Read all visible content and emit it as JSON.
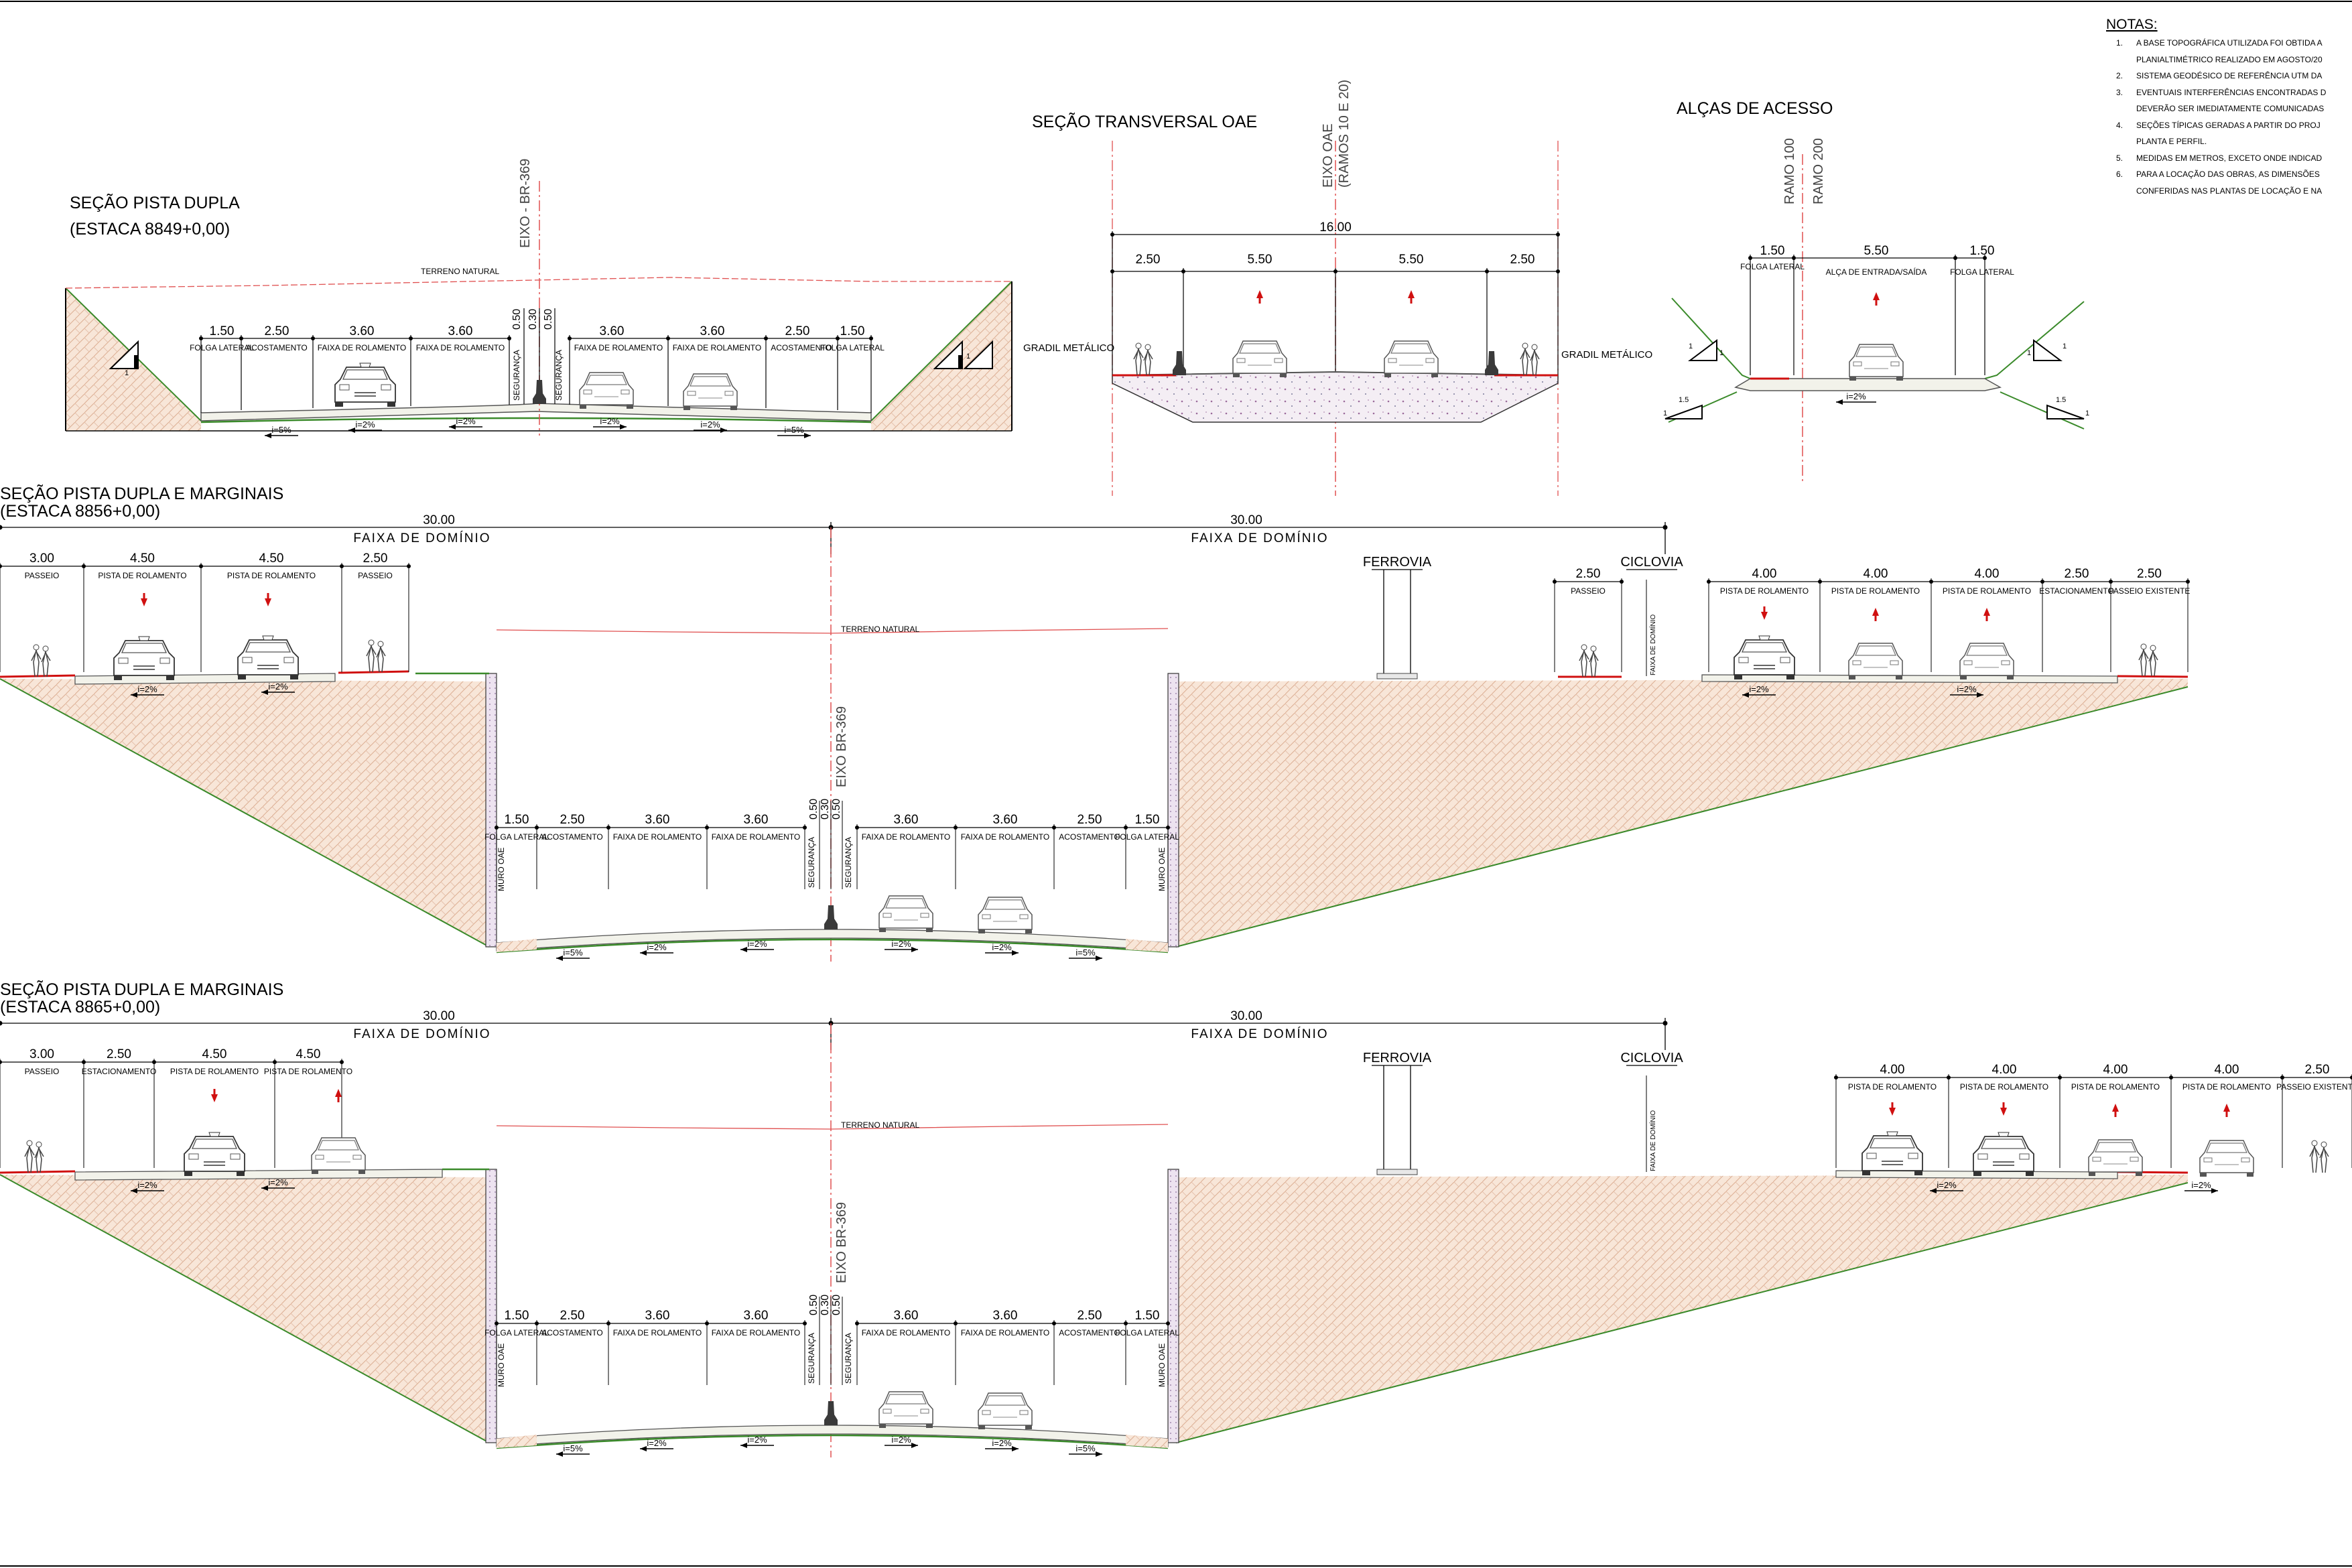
{
  "notes": {
    "heading": "NOTAS:",
    "items": [
      {
        "n": "1.",
        "text": "A BASE TOPOGRÁFICA UTILIZADA FOI OBTIDA A"
      },
      {
        "n": "",
        "text": "PLANIALTIMÉTRICO REALIZADO EM AGOSTO/20"
      },
      {
        "n": "2.",
        "text": "SISTEMA GEODÉSICO DE REFERÊNCIA UTM DA"
      },
      {
        "n": "3.",
        "text": "EVENTUAIS INTERFERÊNCIAS ENCONTRADAS D"
      },
      {
        "n": "",
        "text": "DEVERÃO SER IMEDIATAMENTE COMUNICADAS"
      },
      {
        "n": "4.",
        "text": "SEÇÕES TÍPICAS GERADAS A PARTIR DO PROJ"
      },
      {
        "n": "",
        "text": "PLANTA E PERFIL."
      },
      {
        "n": "5.",
        "text": "MEDIDAS EM METROS, EXCETO ONDE INDICAD"
      },
      {
        "n": "6.",
        "text": "PARA A LOCAÇÃO DAS OBRAS, AS DIMENSÕES"
      },
      {
        "n": "",
        "text": "CONFERIDAS NAS PLANTAS DE LOCAÇÃO E NA"
      }
    ]
  },
  "section1": {
    "title": "SEÇÃO PISTA DUPLA",
    "station": "(ESTACA 8849+0,00)",
    "axis_label": "EIXO - BR-369",
    "terrain_label": "TERRENO NATURAL",
    "dims_left": [
      "1.50",
      "2.50",
      "3.60",
      "3.60"
    ],
    "labels_left": [
      "FOLGA LATERAL",
      "ACOSTAMENTO",
      "FAIXA DE ROLAMENTO",
      "FAIXA DE ROLAMENTO"
    ],
    "median_dims": [
      "0.50",
      "0.30",
      "0.50"
    ],
    "median_label": "SEGURANÇA",
    "dims_right": [
      "3.60",
      "3.60",
      "2.50",
      "1.50"
    ],
    "labels_right": [
      "FAIXA DE ROLAMENTO",
      "FAIXA DE ROLAMENTO",
      "ACOSTAMENTO",
      "FOLGA LATERAL"
    ],
    "slopes": [
      "i=5%",
      "i=2%",
      "i=2%",
      "i=2%",
      "i=2%",
      "i=5%"
    ],
    "ratio": [
      "1",
      "1"
    ]
  },
  "section_oae": {
    "title": "SEÇÃO TRANSVERSAL OAE",
    "axis_label": "EIXO OAE",
    "axis_sub": "(RAMOS 10 E 20)",
    "total": "16.00",
    "dims": [
      "2.50",
      "5.50",
      "5.50",
      "2.50"
    ],
    "gradil_left": "GRADIL METÁLICO",
    "gradil_right": "GRADIL METÁLICO"
  },
  "section_alcas": {
    "title": "ALÇAS DE ACESSO",
    "ramo1": "RAMO 100",
    "ramo2": "RAMO 200",
    "dims": [
      "1.50",
      "5.50",
      "1.50"
    ],
    "labels": [
      "FOLGA LATERAL",
      "ALÇA DE ENTRADA/SAÍDA",
      "FOLGA LATERAL"
    ],
    "slope": "i=2%",
    "ratios": [
      "1",
      "1",
      "1.5",
      "1",
      "1",
      "1",
      "1.5",
      "1"
    ]
  },
  "section2": {
    "title": "SEÇÃO PISTA DUPLA E MARGINAIS",
    "station": "(ESTACA 8856+0,00)",
    "width_left": "30.00",
    "width_right": "30.00",
    "domain_label": "FAIXA DE DOMÍNIO",
    "axis_label": "EIXO BR-369",
    "terrain_label": "TERRENO NATURAL",
    "ferrovia": "FERROVIA",
    "ciclovia": "CICLOVIA",
    "muro": "MURO OAE",
    "faixa_dominio_v": "FAIXA DE DOMÍNIO",
    "top_left_dims": [
      "3.00",
      "4.50",
      "4.50",
      "2.50"
    ],
    "top_left_labels": [
      "PASSEIO",
      "PISTA DE ROLAMENTO",
      "PISTA DE ROLAMENTO",
      "PASSEIO"
    ],
    "top_right_dims": [
      "2.50",
      "4.00",
      "4.00",
      "4.00",
      "2.50",
      "2.50"
    ],
    "top_right_labels": [
      "PASSEIO",
      "PISTA DE ROLAMENTO",
      "PISTA DE ROLAMENTO",
      "PISTA DE ROLAMENTO",
      "ESTACIONAMENTO",
      "PASSEIO EXISTENTE"
    ],
    "low_dims": [
      "1.50",
      "2.50",
      "3.60",
      "3.60",
      "3.60",
      "3.60",
      "2.50",
      "1.50"
    ],
    "low_labels": [
      "FOLGA LATERAL",
      "ACOSTAMENTO",
      "FAIXA DE ROLAMENTO",
      "FAIXA DE ROLAMENTO",
      "FAIXA DE ROLAMENTO",
      "FAIXA DE ROLAMENTO",
      "ACOSTAMENTO",
      "FOLGA LATERAL"
    ],
    "median_dims": [
      "0.50",
      "0.30",
      "0.50"
    ],
    "median_label": "SEGURANÇA",
    "slope_top": "i=2%",
    "slopes_low": [
      "i=5%",
      "i=2%",
      "i=2%",
      "i=2%",
      "i=2%",
      "i=5%"
    ]
  },
  "section3": {
    "title": "SEÇÃO PISTA DUPLA E MARGINAIS",
    "station": "(ESTACA 8865+0,00)",
    "width_left": "30.00",
    "width_right": "30.00",
    "domain_label": "FAIXA DE DOMÍNIO",
    "axis_label": "EIXO BR-369",
    "terrain_label": "TERRENO NATURAL",
    "ferrovia": "FERROVIA",
    "ciclovia": "CICLOVIA",
    "muro": "MURO OAE",
    "faixa_dominio_v": "FAIXA DE DOMÍNIO",
    "top_left_dims": [
      "3.00",
      "2.50",
      "4.50",
      "4.50"
    ],
    "top_left_labels": [
      "PASSEIO",
      "ESTACIONAMENTO",
      "PISTA DE ROLAMENTO",
      "PISTA DE ROLAMENTO"
    ],
    "top_right_dims": [
      "4.00",
      "4.00",
      "4.00",
      "4.00",
      "2.50"
    ],
    "top_right_labels": [
      "PISTA DE ROLAMENTO",
      "PISTA DE ROLAMENTO",
      "PISTA DE ROLAMENTO",
      "PISTA DE ROLAMENTO",
      "PASSEIO EXISTENTE"
    ],
    "low_dims": [
      "1.50",
      "2.50",
      "3.60",
      "3.60",
      "3.60",
      "3.60",
      "2.50",
      "1.50"
    ],
    "low_labels": [
      "FOLGA LATERAL",
      "ACOSTAMENTO",
      "FAIXA DE ROLAMENTO",
      "FAIXA DE ROLAMENTO",
      "FAIXA DE ROLAMENTO",
      "FAIXA DE ROLAMENTO",
      "ACOSTAMENTO",
      "FOLGA LATERAL"
    ],
    "median_dims": [
      "0.50",
      "0.30",
      "0.50"
    ],
    "median_label": "SEGURANÇA",
    "slope_top": "i=2%",
    "slopes_low": [
      "i=5%",
      "i=2%",
      "i=2%",
      "i=2%",
      "i=2%",
      "i=5%"
    ]
  },
  "colors": {
    "fill": "#f7e3d3",
    "hatch": "#d9a98c",
    "red": "#d01010",
    "green": "#3a8a2a",
    "axis": "#e05050"
  }
}
